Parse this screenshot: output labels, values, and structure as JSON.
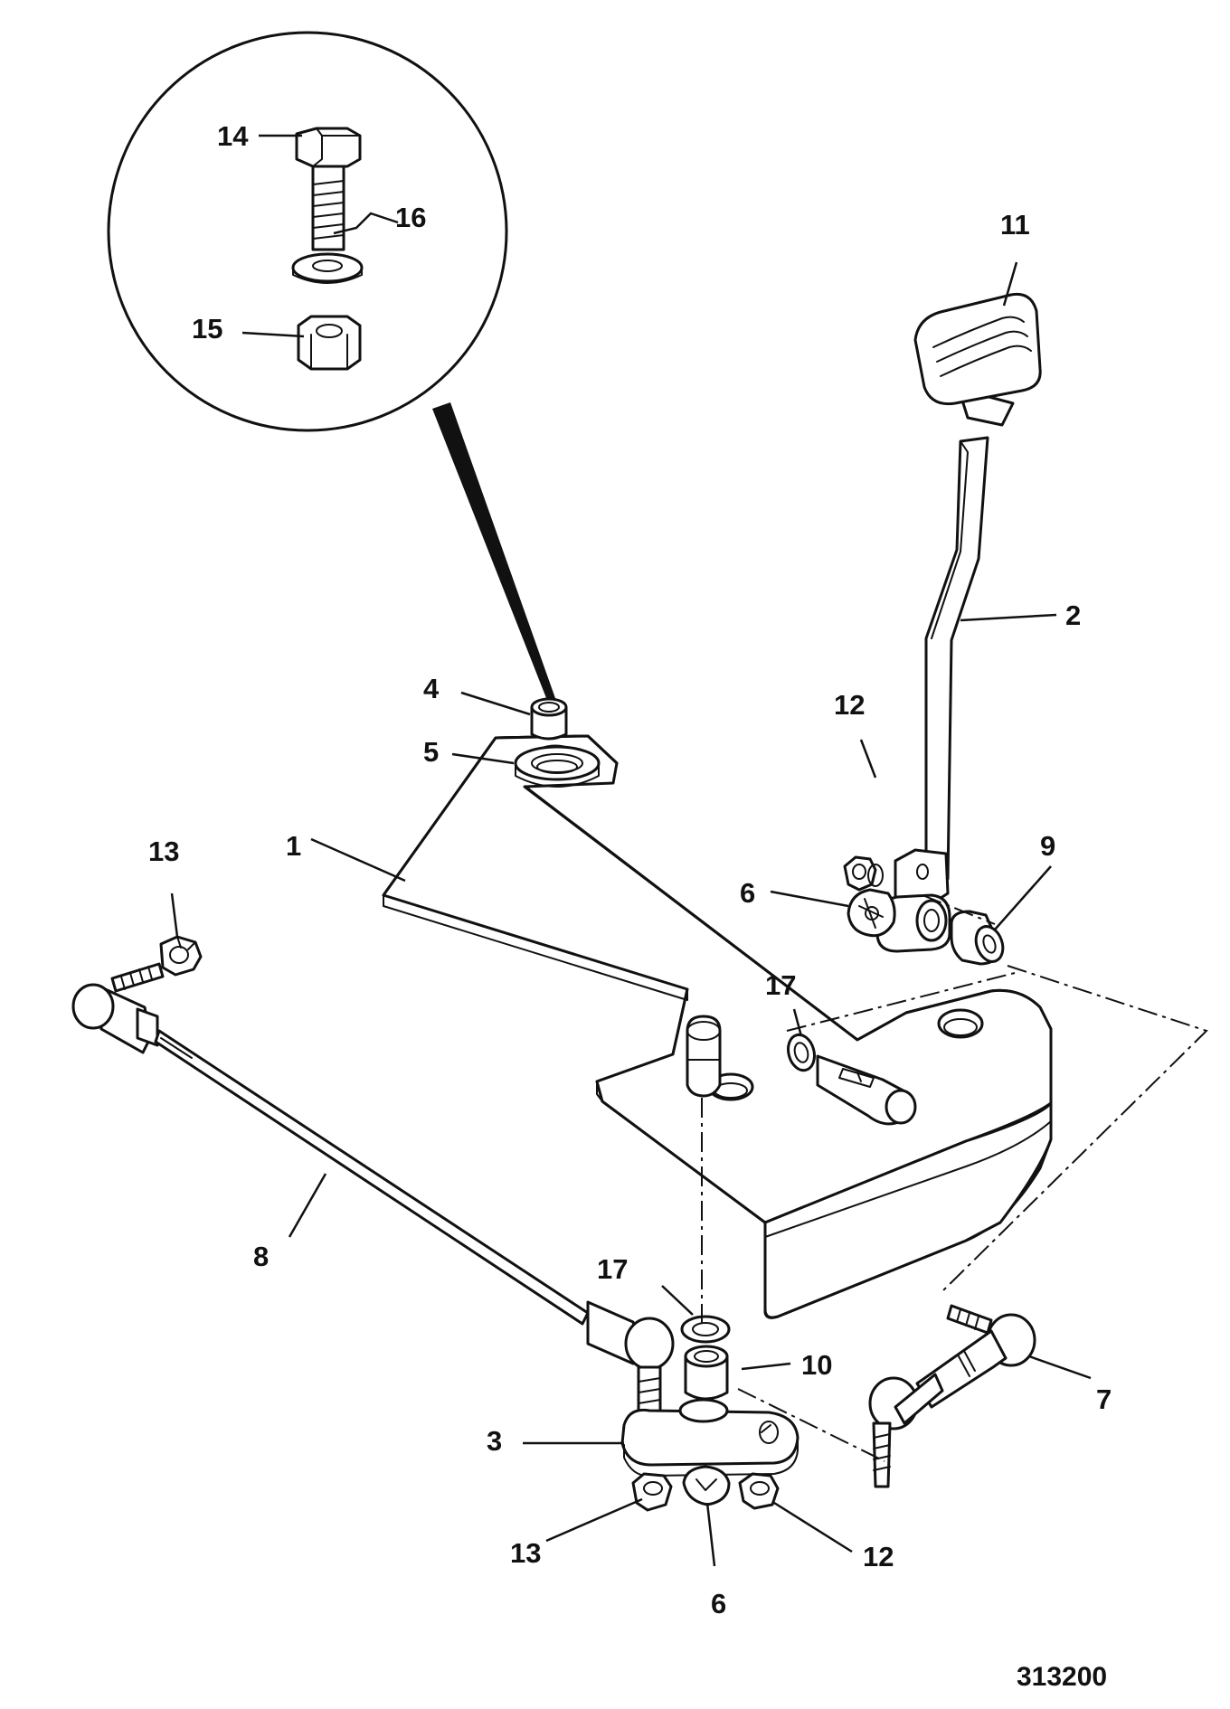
{
  "diagram": {
    "document_number": "313200",
    "callouts": {
      "c1": "1",
      "c2": "2",
      "c3": "3",
      "c4": "4",
      "c5": "5",
      "c6a": "6",
      "c6b": "6",
      "c7": "7",
      "c8": "8",
      "c9": "9",
      "c10": "10",
      "c11": "11",
      "c12a": "12",
      "c12b": "12",
      "c13a": "13",
      "c13b": "13",
      "c14": "14",
      "c15": "15",
      "c16": "16",
      "c17a": "17",
      "c17b": "17"
    }
  }
}
